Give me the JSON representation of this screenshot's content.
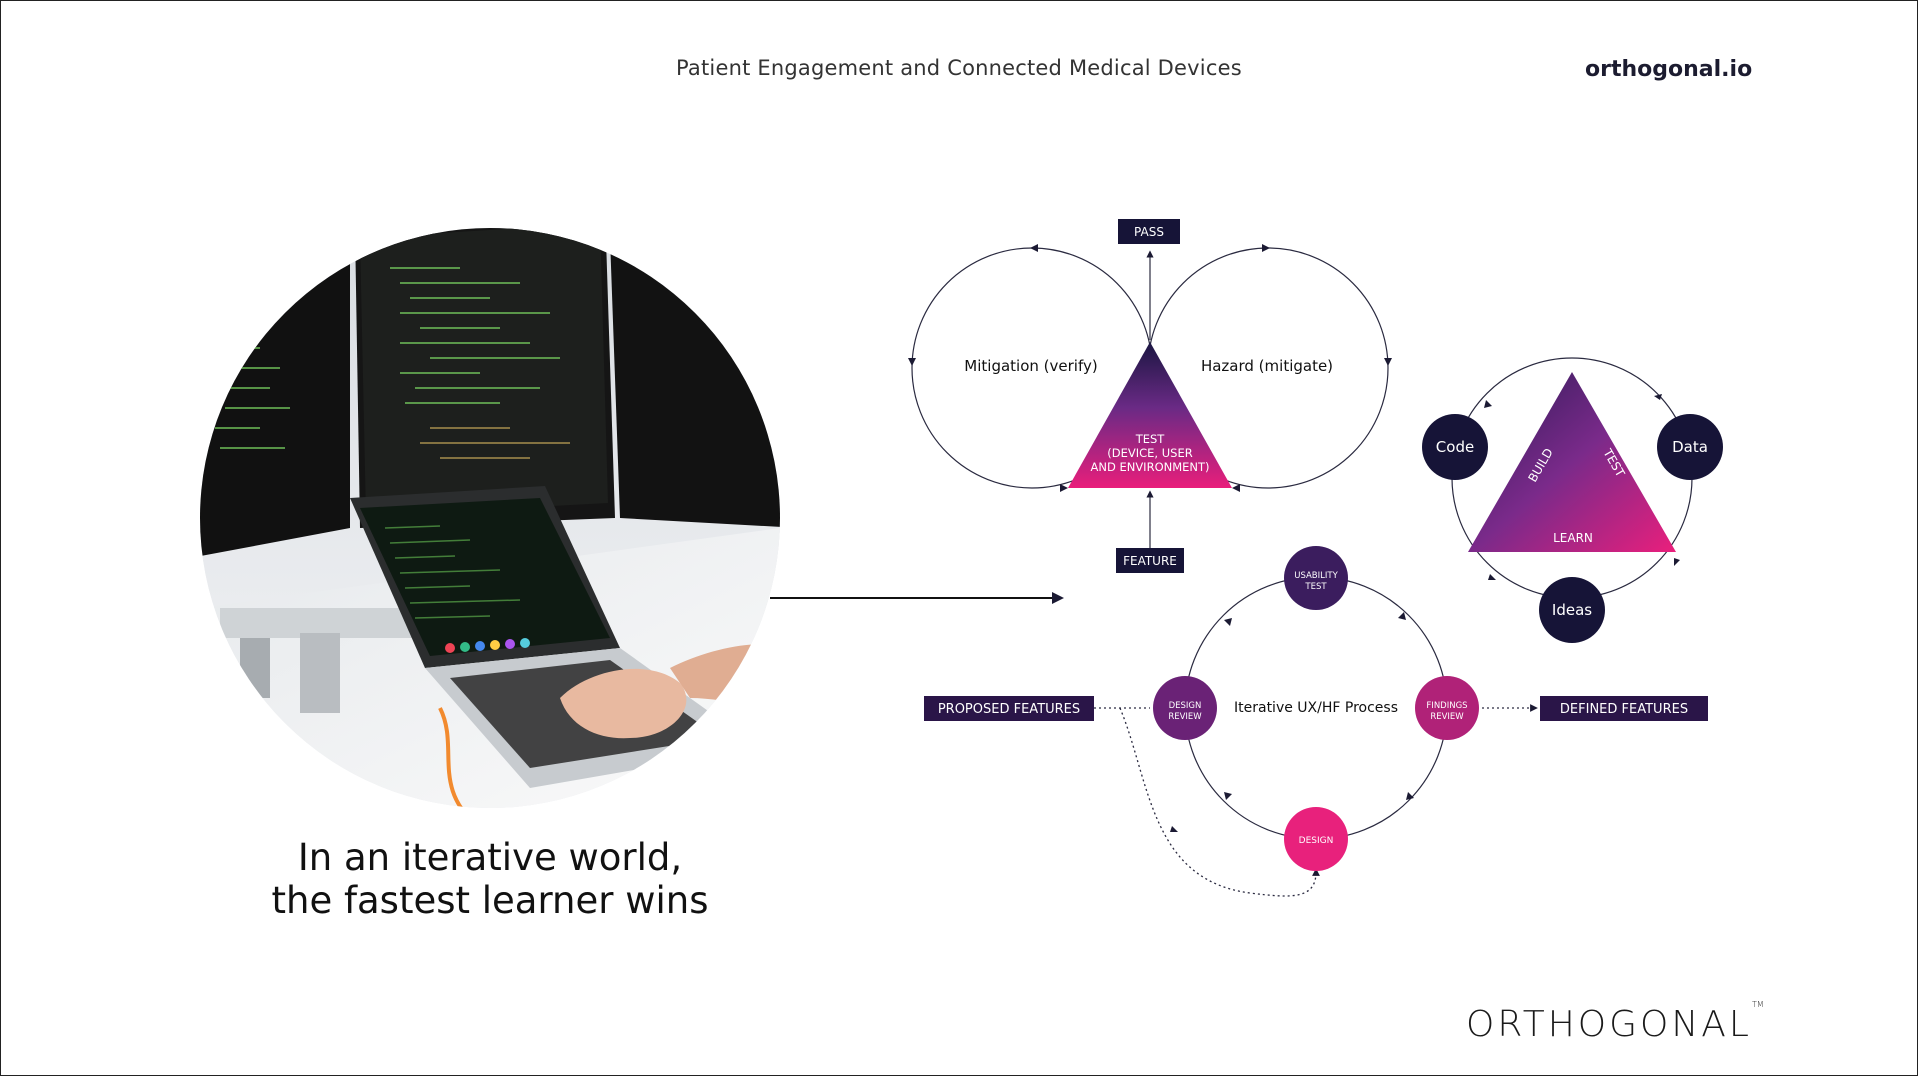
{
  "header": {
    "title": "Patient Engagement and Connected Medical Devices",
    "site": "orthogonal.io"
  },
  "tagline": {
    "line1": "In an iterative world,",
    "line2": "the fastest learner wins"
  },
  "risk_loop": {
    "pass": "PASS",
    "feature": "FEATURE",
    "left_label": "Mitigation (verify)",
    "right_label": "Hazard (mitigate)",
    "center_line1": "TEST",
    "center_line2": "(DEVICE, USER",
    "center_line3": "AND ENVIRONMENT)"
  },
  "lean_loop": {
    "nodes": {
      "code": "Code",
      "data": "Data",
      "ideas": "Ideas"
    },
    "triangle": {
      "build": "BUILD",
      "test": "TEST",
      "learn": "LEARN"
    }
  },
  "ux_process": {
    "center": "Iterative UX/HF Process",
    "input": "PROPOSED FEATURES",
    "output": "DEFINED FEATURES",
    "nodes": {
      "usability_line1": "USABILITY",
      "usability_line2": "TEST",
      "findings_line1": "FINDINGS",
      "findings_line2": "REVIEW",
      "design_review_line1": "DESIGN",
      "design_review_line2": "REVIEW",
      "design": "DESIGN"
    }
  },
  "logo": {
    "text": "ORTHOGONAL",
    "mark": "TM"
  },
  "colors": {
    "navy": "#161437",
    "purple": "#5a1f6e",
    "magenta": "#e8217c",
    "line": "#2a2a40"
  }
}
